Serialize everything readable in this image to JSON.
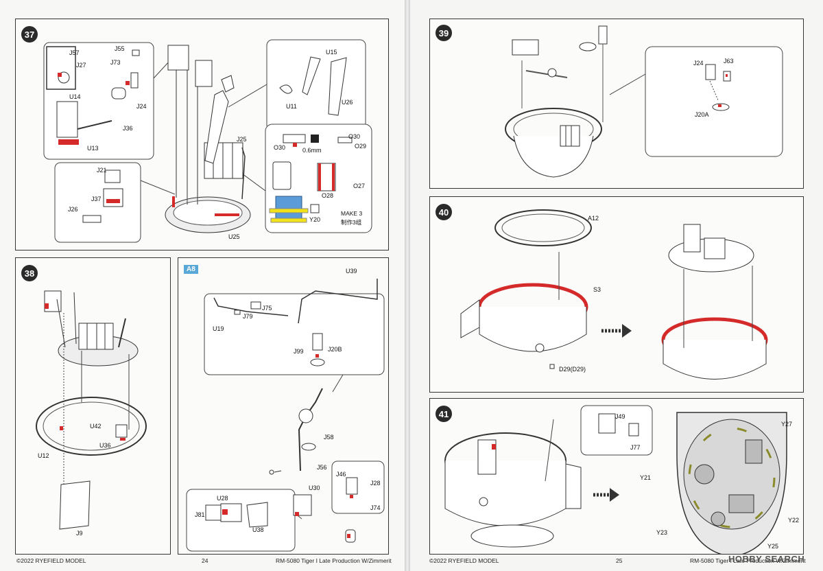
{
  "pages": {
    "left": {
      "footer_left": "©2022 RYEFIELD MODEL",
      "page_number": "24",
      "footer_right": "RM-5080 Tiger I Late Production W/Zimmerit"
    },
    "right": {
      "footer_left": "©2022 RYEFIELD MODEL",
      "page_number": "25",
      "footer_right": "RM-5080 Tiger I Late Production W/Zimmerit"
    }
  },
  "watermark": "HOBBY SEARCH",
  "steps": {
    "s37": {
      "number": "37",
      "labels": {
        "j57": "J57",
        "j27": "J27",
        "j55": "J55",
        "j73": "J73",
        "u14": "U14",
        "j24": "J24",
        "j36": "J36",
        "u13": "U13",
        "u15": "U15",
        "u11": "U11",
        "u26": "U26",
        "j21": "J21",
        "j37": "J37",
        "j26": "J26",
        "j25": "J25",
        "u25": "U25",
        "o30a": "O30",
        "thickness": "0.6mm",
        "o30b": "O30",
        "o29": "O29",
        "o27": "O27",
        "o28": "O28",
        "y20": "Y20",
        "make3": "MAKE 3",
        "make3_cn": "制作3组"
      }
    },
    "s38": {
      "number": "38",
      "labels": {
        "u42": "U42",
        "u36": "U36",
        "u12": "U12",
        "j9": "J9"
      }
    },
    "a8": {
      "number": "A8",
      "labels": {
        "u39": "U39",
        "j75": "J75",
        "j79": "J79",
        "u19": "U19",
        "j99": "J99",
        "j20b": "J20B",
        "j58": "J58",
        "j56": "J56",
        "u30": "U30",
        "j46": "J46",
        "j28": "J28",
        "j74": "J74",
        "u28": "U28",
        "j81": "J81",
        "u38": "U38"
      }
    },
    "s39": {
      "number": "39",
      "labels": {
        "j24": "J24",
        "j63": "J63",
        "j20a": "J20A"
      }
    },
    "s40": {
      "number": "40",
      "labels": {
        "a12": "A12",
        "s3": "S3",
        "d29": "D29(D29)"
      }
    },
    "s41": {
      "number": "41",
      "labels": {
        "j49": "J49",
        "j77": "J77",
        "y27": "Y27",
        "y21": "Y21",
        "y22": "Y22",
        "y23": "Y23",
        "y25": "Y25"
      }
    }
  },
  "colors": {
    "accent_red": "#d42a2a",
    "part_blue": "#5b9bd8",
    "part_yellow": "#f2e21a",
    "a8_badge": "#5aa8d8"
  }
}
